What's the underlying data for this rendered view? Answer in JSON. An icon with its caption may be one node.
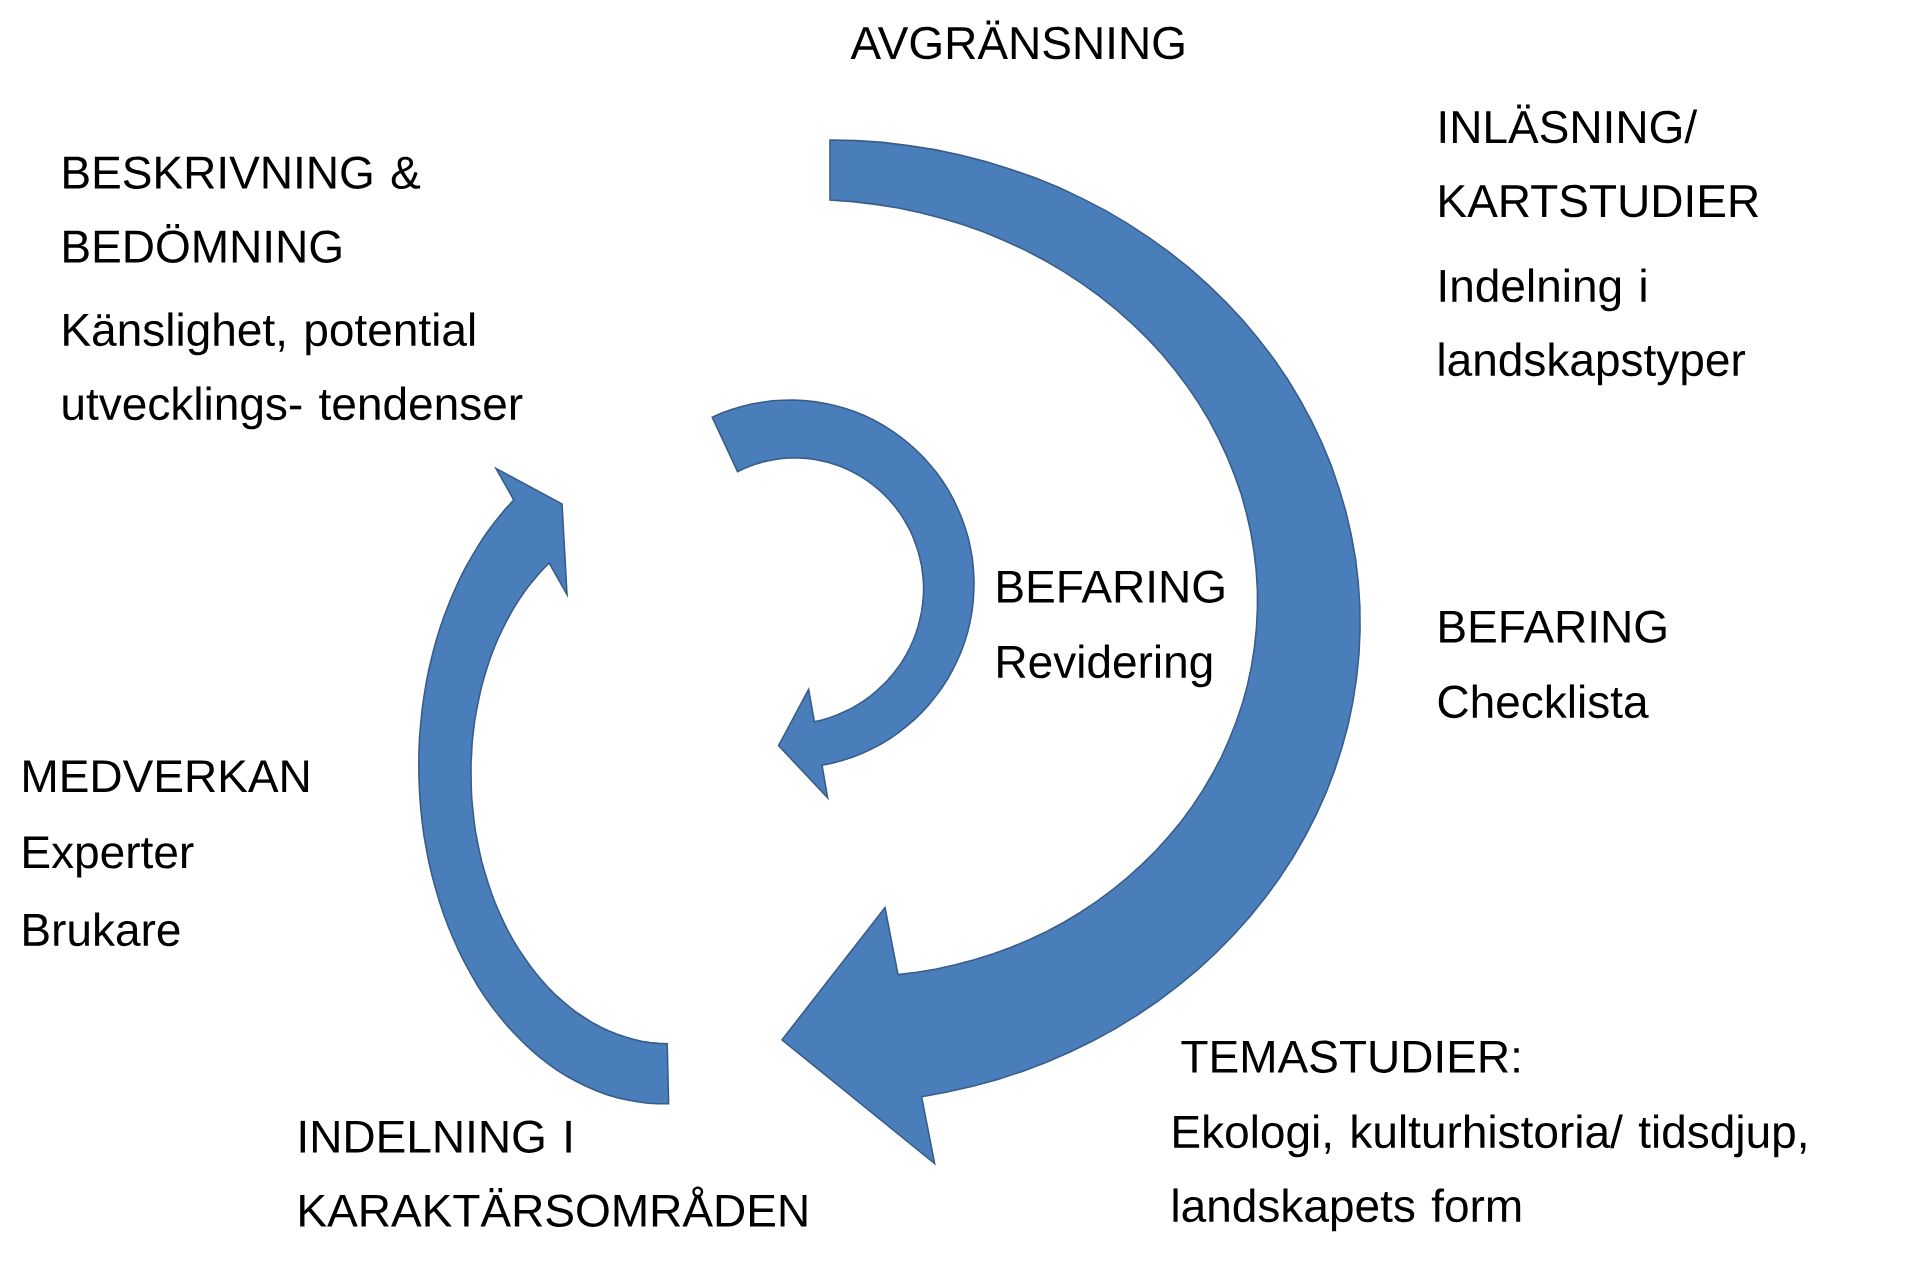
{
  "diagram": {
    "labels": [
      "AVGRÄNSNING",
      "INLÄSNING/ KARTSTUDIER",
      "Indelning i landskapstyper",
      "BESKRIVNING & BEDÖMNING",
      "Känslighet, potential utvecklings- tendenser",
      "BEFARING",
      "Revidering",
      "BEFARING",
      "Checklista",
      "MEDVERKAN",
      "Experter",
      "Brukare",
      "INDELNING I KARAKTÄRSOMRÅDEN",
      "TEMASTUDIER:",
      "Ekologi, kulturhistoria/ tidsdjup, landskapets form"
    ]
  }
}
